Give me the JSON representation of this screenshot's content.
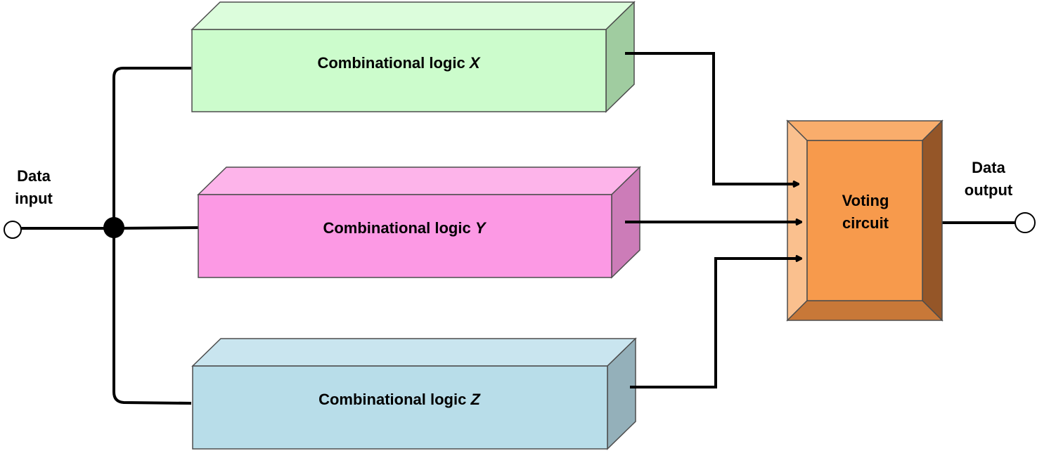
{
  "input": {
    "line1": "Data",
    "line2": "input"
  },
  "output": {
    "line1": "Data",
    "line2": "output"
  },
  "blocks": [
    {
      "prefix": "Combinational logic ",
      "letter": "X",
      "front": "#ccfccc",
      "top": "#dcfddc",
      "side": "#a0cca0"
    },
    {
      "prefix": "Combinational logic ",
      "letter": "Y",
      "front": "#fc99e4",
      "top": "#fdb4ea",
      "side": "#cc7cb8"
    },
    {
      "prefix": "Combinational logic ",
      "letter": "Z",
      "front": "#b8dde9",
      "top": "#c9e5ef",
      "side": "#94b0ba"
    }
  ],
  "voter": {
    "line1": "Voting",
    "line2": "circuit",
    "colors": {
      "face": "#f79a4c",
      "top": "#f9ad6c",
      "left": "#fac08e",
      "right": "#955628",
      "bottom": "#c87838"
    }
  }
}
